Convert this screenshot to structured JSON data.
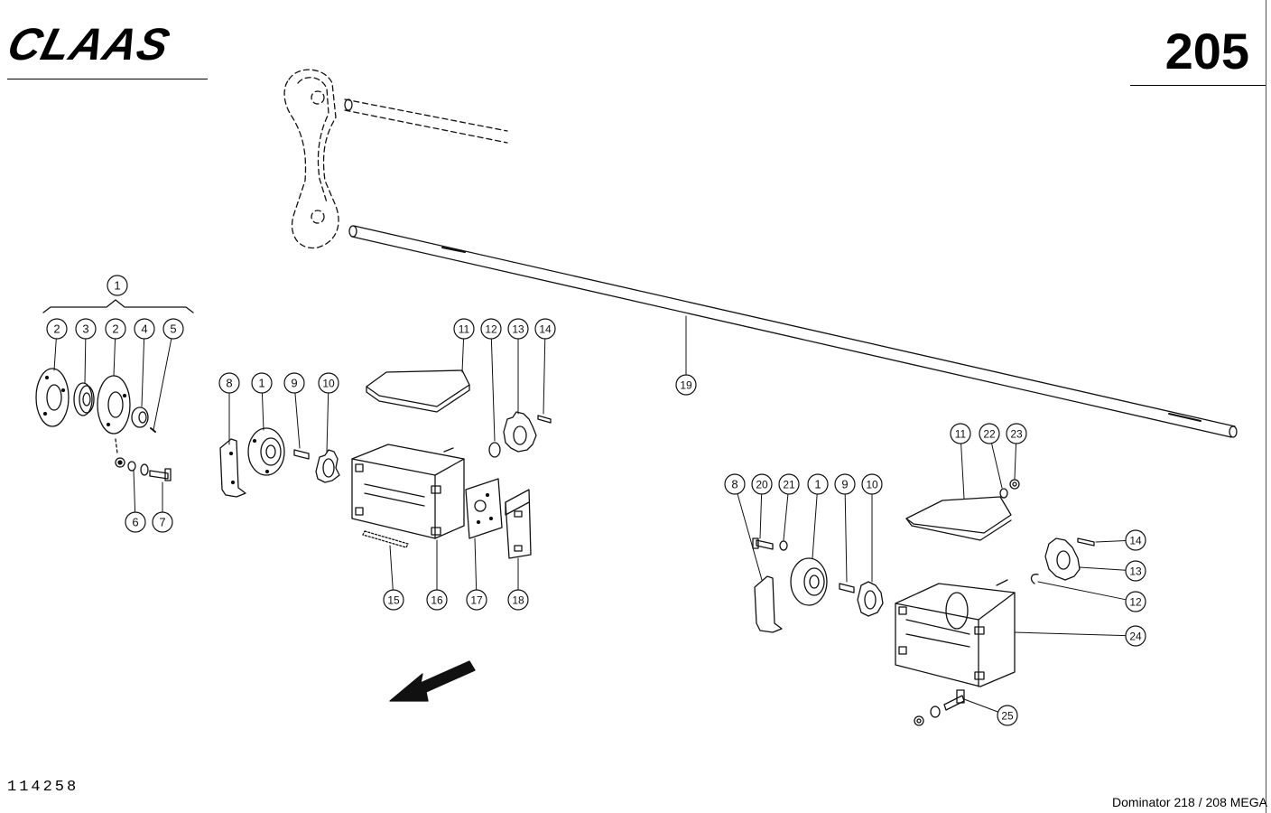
{
  "header": {
    "brand": "CLAAS",
    "page_number": "205"
  },
  "footer": {
    "drawing_number": "114258",
    "model": "Dominator 218 / 208 MEGA"
  },
  "callouts": [
    {
      "id": "c1-group",
      "label": "1"
    },
    {
      "id": "c2a",
      "label": "2"
    },
    {
      "id": "c3",
      "label": "3"
    },
    {
      "id": "c2b",
      "label": "2"
    },
    {
      "id": "c4",
      "label": "4"
    },
    {
      "id": "c5",
      "label": "5"
    },
    {
      "id": "c6",
      "label": "6"
    },
    {
      "id": "c7",
      "label": "7"
    },
    {
      "id": "c8L",
      "label": "8"
    },
    {
      "id": "c1L",
      "label": "1"
    },
    {
      "id": "c9L",
      "label": "9"
    },
    {
      "id": "c10L",
      "label": "10"
    },
    {
      "id": "c11L",
      "label": "11"
    },
    {
      "id": "c12L",
      "label": "12"
    },
    {
      "id": "c13L",
      "label": "13"
    },
    {
      "id": "c14L",
      "label": "14"
    },
    {
      "id": "c15",
      "label": "15"
    },
    {
      "id": "c16",
      "label": "16"
    },
    {
      "id": "c17",
      "label": "17"
    },
    {
      "id": "c18",
      "label": "18"
    },
    {
      "id": "c19",
      "label": "19"
    },
    {
      "id": "c11R",
      "label": "11"
    },
    {
      "id": "c22",
      "label": "22"
    },
    {
      "id": "c23",
      "label": "23"
    },
    {
      "id": "c8R",
      "label": "8"
    },
    {
      "id": "c20",
      "label": "20"
    },
    {
      "id": "c21",
      "label": "21"
    },
    {
      "id": "c1R",
      "label": "1"
    },
    {
      "id": "c9R",
      "label": "9"
    },
    {
      "id": "c10R",
      "label": "10"
    },
    {
      "id": "c14R",
      "label": "14"
    },
    {
      "id": "c13R",
      "label": "13"
    },
    {
      "id": "c12R",
      "label": "12"
    },
    {
      "id": "c24",
      "label": "24"
    },
    {
      "id": "c25",
      "label": "25"
    }
  ],
  "colors": {
    "ink": "#111111",
    "paper": "#ffffff"
  }
}
